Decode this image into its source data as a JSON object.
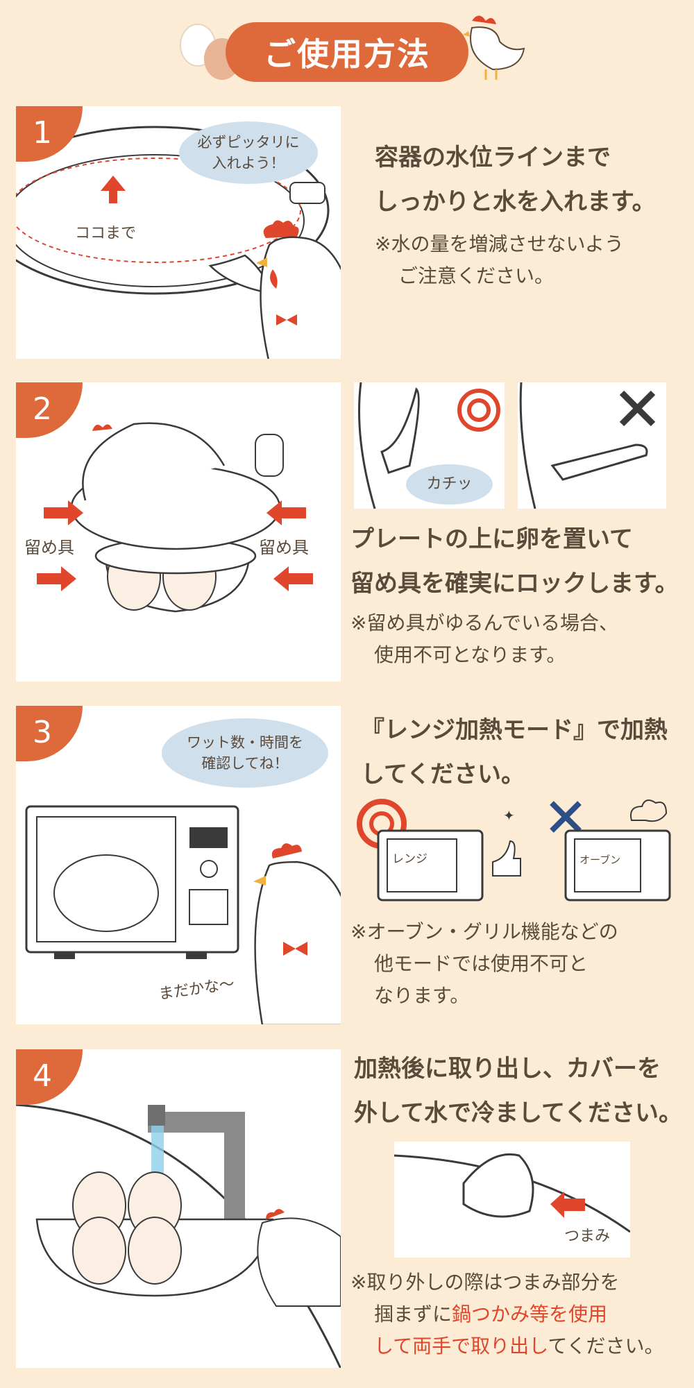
{
  "header": {
    "title": "ご使用方法"
  },
  "steps": [
    {
      "number": "1",
      "bubble": [
        "必ずピッタリに",
        "入れよう！"
      ],
      "label": "ココまで",
      "main": [
        "容器の水位ラインまで",
        "しっかりと水を入れます。"
      ],
      "note": [
        "※水の量を増減させないよう",
        "ご注意ください。"
      ]
    },
    {
      "number": "2",
      "label_left": "留め具",
      "label_right": "留め具",
      "click_bubble": "カチッ",
      "main": [
        "プレートの上に卵を置いて",
        "留め具を確実にロックします。"
      ],
      "note": [
        "※留め具がゆるんでいる場合、",
        "使用不可となります。"
      ]
    },
    {
      "number": "3",
      "bubble": [
        "ワット数・時間を",
        "確認してね！"
      ],
      "label": "まだかな〜",
      "main": [
        "『レンジ加熱モード』で加熱",
        "してください。"
      ],
      "ok_label": "レンジ",
      "ng_label": "オーブン",
      "note": [
        "※オーブン・グリル機能などの",
        "他モードでは使用不可と",
        "なります。"
      ]
    },
    {
      "number": "4",
      "knob_label": "つまみ",
      "main": [
        "加熱後に取り出し、カバーを",
        "外して水で冷ましてください。"
      ],
      "note_a": "※取り外しの際はつまみ部分を",
      "note_b1": "掴まずに",
      "note_b2": "鍋つかみ等を使用",
      "note_c1": "して両手で取り出し",
      "note_c2": "てください。"
    }
  ],
  "colors": {
    "accent": "#de6a3c",
    "background": "#fdecd5",
    "text": "#5b4a3a",
    "warning": "#e0462b",
    "bubble": "#cfe0ec"
  }
}
